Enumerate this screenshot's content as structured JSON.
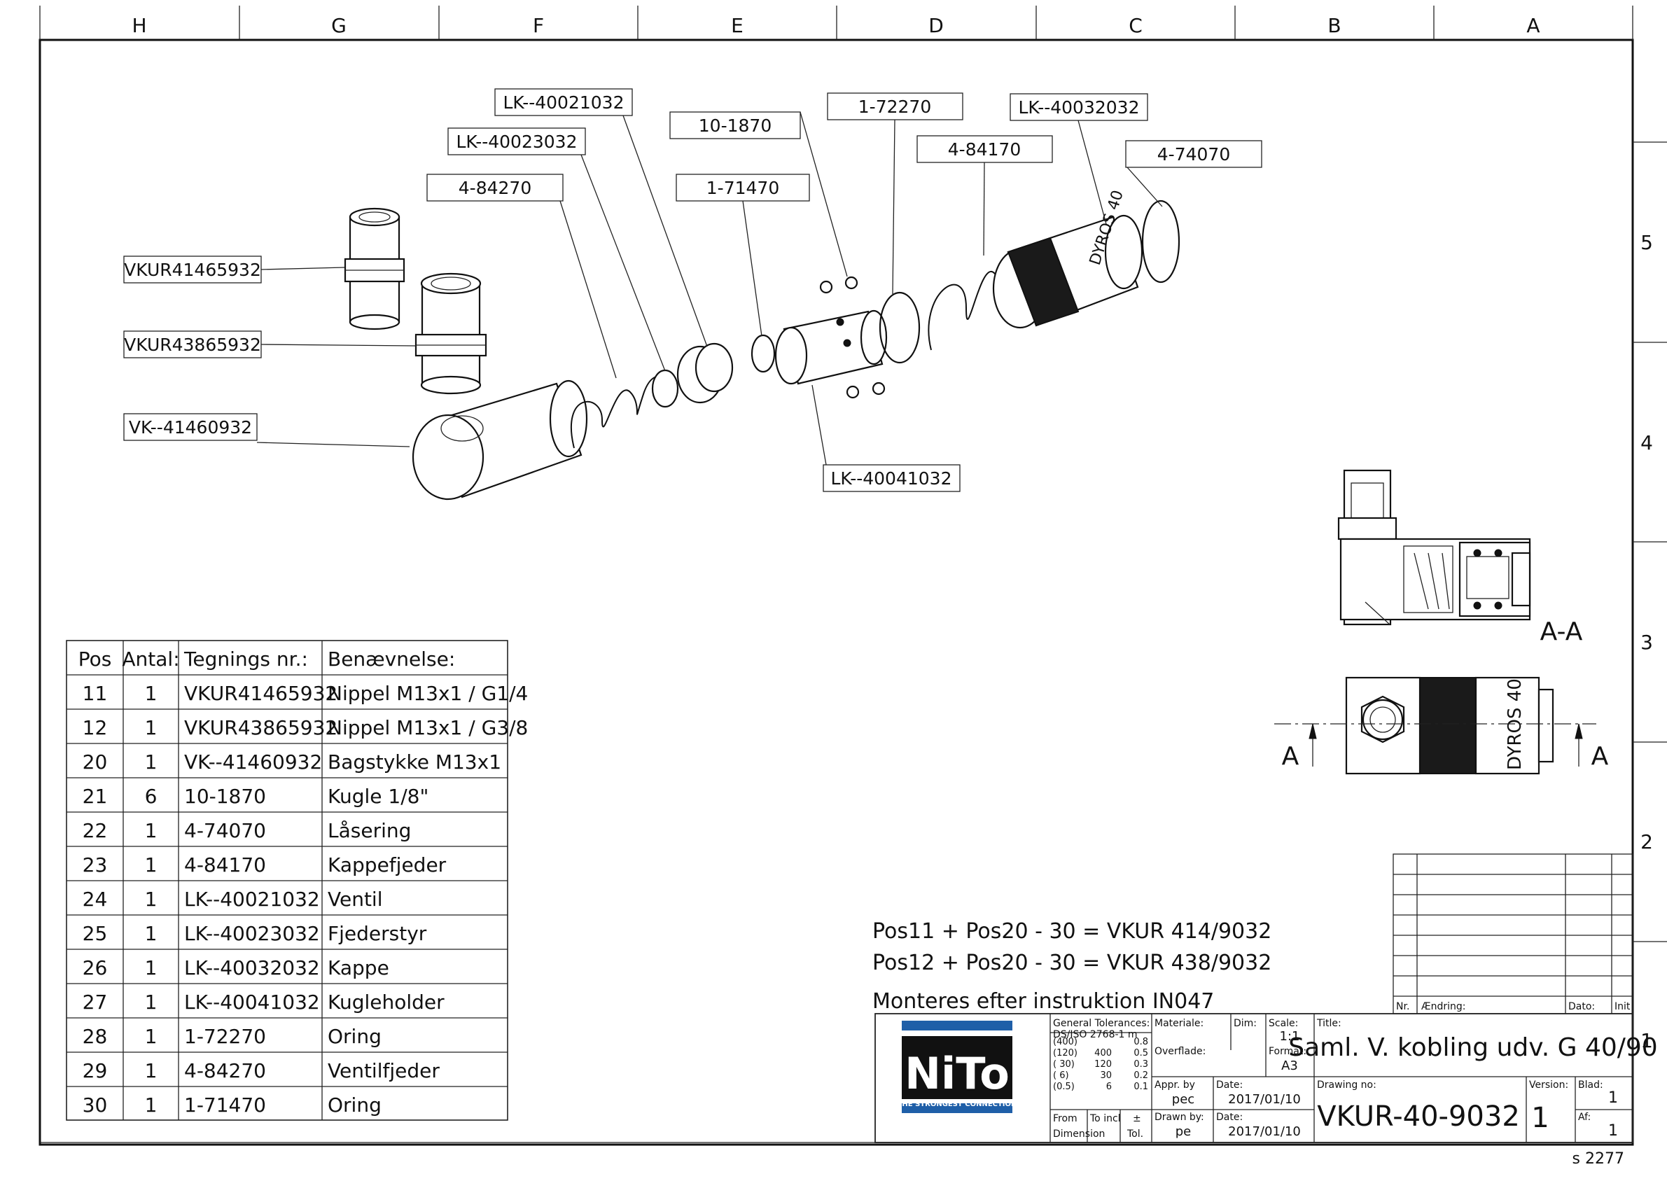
{
  "zones_top": [
    "H",
    "G",
    "F",
    "E",
    "D",
    "C",
    "B",
    "A"
  ],
  "zones_side": [
    "5",
    "4",
    "3",
    "2",
    "1"
  ],
  "callouts": [
    {
      "id": "vkur41465932",
      "text": "VKUR41465932"
    },
    {
      "id": "vkur43865932",
      "text": "VKUR43865932"
    },
    {
      "id": "vk41460932",
      "text": "VK--41460932"
    },
    {
      "id": "p484270",
      "text": "4-84270"
    },
    {
      "id": "lk40023032",
      "text": "LK--40023032"
    },
    {
      "id": "lk40021032",
      "text": "LK--40021032"
    },
    {
      "id": "p101870",
      "text": "10-1870"
    },
    {
      "id": "p171470",
      "text": "1-71470"
    },
    {
      "id": "p172270",
      "text": "1-72270"
    },
    {
      "id": "p484170",
      "text": "4-84170"
    },
    {
      "id": "lk40032032",
      "text": "LK--40032032"
    },
    {
      "id": "p474070",
      "text": "4-74070"
    },
    {
      "id": "lk40041032",
      "text": "LK--40041032"
    }
  ],
  "coupling_text": "DYROS 40",
  "section_label": "A-A",
  "cut_label": "A",
  "parts_table": {
    "headers": [
      "Pos",
      "Antal:",
      "Tegnings nr.:",
      "Benævnelse:"
    ],
    "rows": [
      [
        "11",
        "1",
        "VKUR41465932",
        "Nippel M13x1 / G1/4"
      ],
      [
        "12",
        "1",
        "VKUR43865932",
        "Nippel M13x1 / G3/8"
      ],
      [
        "20",
        "1",
        "VK--41460932",
        "Bagstykke M13x1"
      ],
      [
        "21",
        "6",
        "10-1870",
        "Kugle 1/8\""
      ],
      [
        "22",
        "1",
        "4-74070",
        "Låsering"
      ],
      [
        "23",
        "1",
        "4-84170",
        "Kappefjeder"
      ],
      [
        "24",
        "1",
        "LK--40021032",
        "Ventil"
      ],
      [
        "25",
        "1",
        "LK--40023032",
        "Fjederstyr"
      ],
      [
        "26",
        "1",
        "LK--40032032",
        "Kappe"
      ],
      [
        "27",
        "1",
        "LK--40041032",
        "Kugleholder"
      ],
      [
        "28",
        "1",
        "1-72270",
        "Oring"
      ],
      [
        "29",
        "1",
        "4-84270",
        "Ventilfjeder"
      ],
      [
        "30",
        "1",
        "1-71470",
        "Oring"
      ]
    ]
  },
  "notes": [
    "Pos11 + Pos20 - 30 = VKUR 414/9032",
    "Pos12 + Pos20 - 30 = VKUR 438/9032",
    "Monteres efter instruktion IN047"
  ],
  "revision_table": {
    "nr": "Nr.",
    "change": "Ændring:",
    "date": "Dato:",
    "init": "Init"
  },
  "title_block": {
    "logo_text": "NiTo",
    "logo_sub": "THE STRONGEST CONNECTION",
    "gen_tol_label": "General Tolerances:",
    "gen_tol_std": "DS/ISO 2768-1 m",
    "tol_rows": [
      [
        "(400)",
        "",
        "0.8"
      ],
      [
        "(120)",
        "400",
        "0.5"
      ],
      [
        "( 30)",
        "120",
        "0.3"
      ],
      [
        "(  6)",
        "30",
        "0.2"
      ],
      [
        "(0.5)",
        "6",
        "0.1"
      ]
    ],
    "from_label": "From",
    "to_incl_label": "To incl",
    "pm_label": "±",
    "dimension_label": "Dimension",
    "tol_label": "Tol.",
    "material_label": "Materiale:",
    "dim_label": "Dim:",
    "scale_label": "Scale:",
    "scale_value": "1:1",
    "surface_label": "Overflade:",
    "format_label": "Format:",
    "format_value": "A3",
    "appr_label": "Appr. by",
    "appr_value": "pec",
    "appr_date_label": "Date:",
    "appr_date": "2017/01/10",
    "drawn_label": "Drawn by:",
    "drawn_value": "pe",
    "drawn_date_label": "Date:",
    "drawn_date": "2017/01/10",
    "title_label": "Title:",
    "title_value": "Saml. V. kobling udv. G 40/90",
    "drawing_no_label": "Drawing no:",
    "drawing_no": "VKUR-40-9032",
    "version_label": "Version:",
    "version_value": "1",
    "sheet_label": "Blad:",
    "sheet_value": "1",
    "of_label": "Af:",
    "of_value": "1"
  },
  "sheet_number": "s 2277"
}
